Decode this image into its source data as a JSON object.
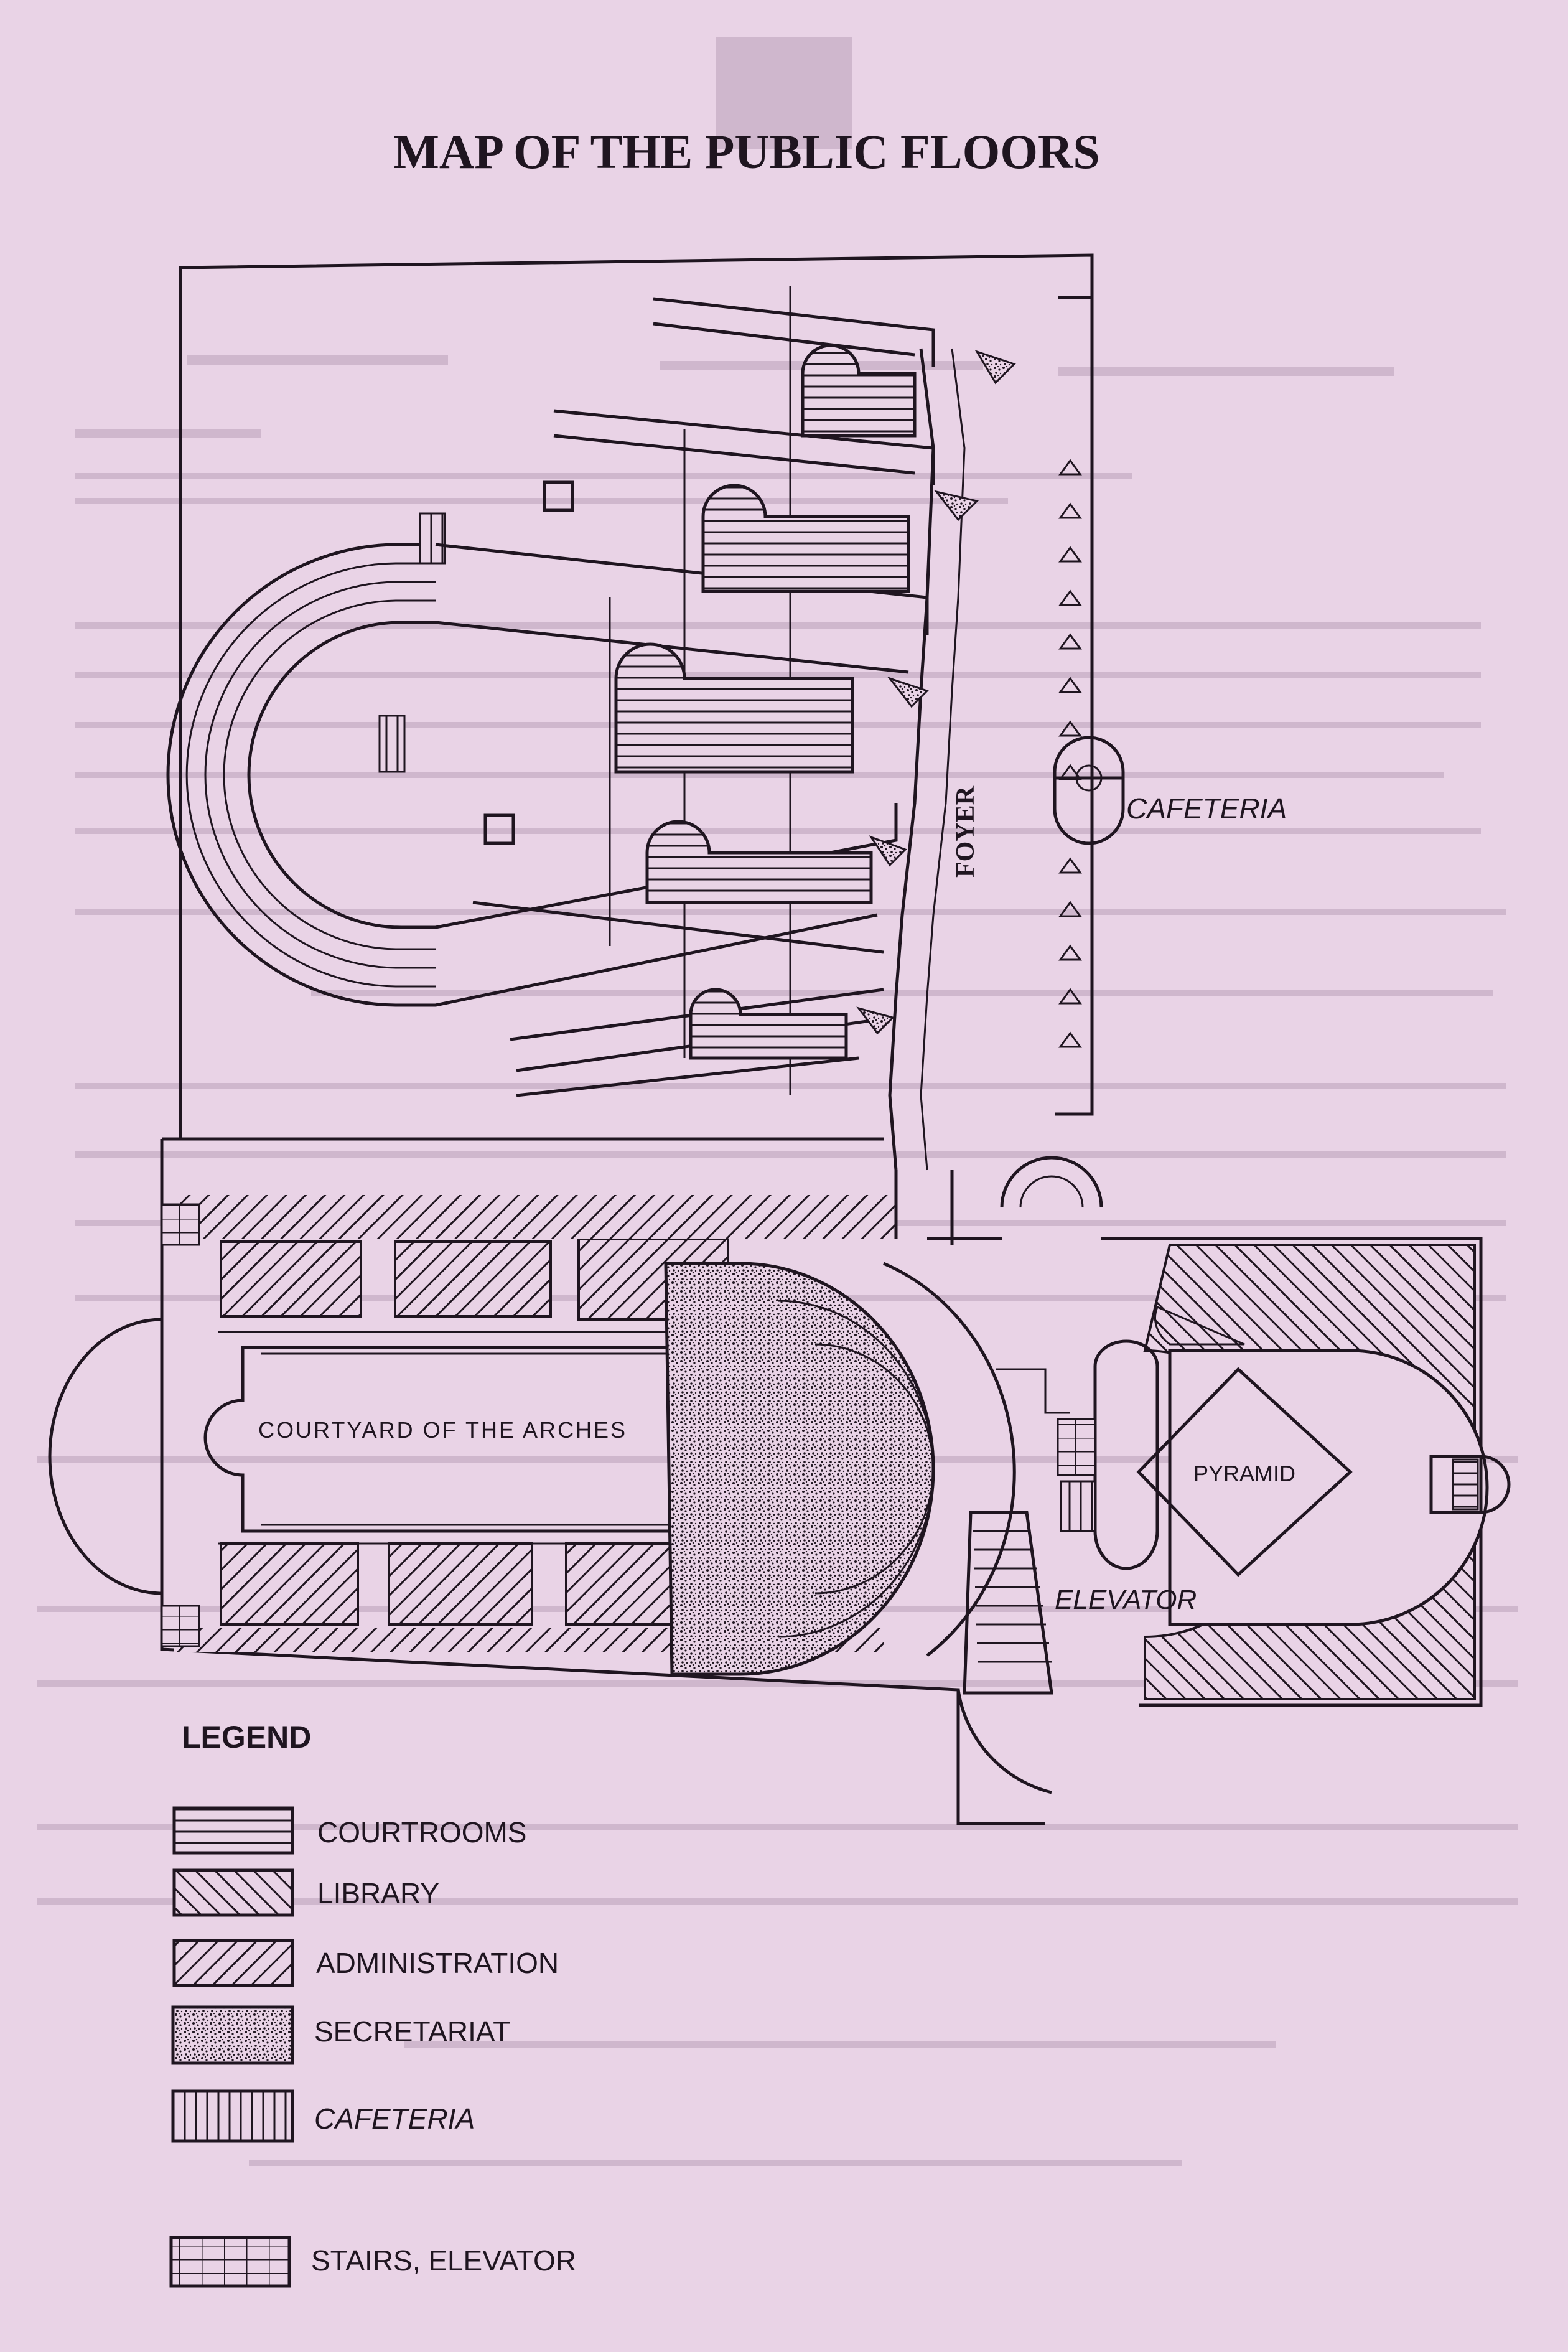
{
  "title": "MAP OF THE PUBLIC FLOORS",
  "labels": {
    "cafeteria": "CAFETERIA",
    "foyer": "FOYER",
    "courtyard": "COURTYARD OF THE ARCHES",
    "pyramid": "PYRAMID",
    "elevator": "ELEVATOR"
  },
  "legend": {
    "title": "LEGEND",
    "items": [
      {
        "label": "COURTROOMS",
        "pattern": "horizontal-lines"
      },
      {
        "label": "LIBRARY",
        "pattern": "back-diagonal-hatch"
      },
      {
        "label": "ADMINISTRATION",
        "pattern": "forward-diagonal-hatch"
      },
      {
        "label": "SECRETARIAT",
        "pattern": "stipple"
      },
      {
        "label": "CAFETERIA",
        "pattern": "vertical-lines"
      },
      {
        "label": "STAIRS, ELEVATOR",
        "pattern": "grid"
      }
    ]
  },
  "colors": {
    "paper": "#e9d3e6",
    "ink": "#1f1520"
  }
}
